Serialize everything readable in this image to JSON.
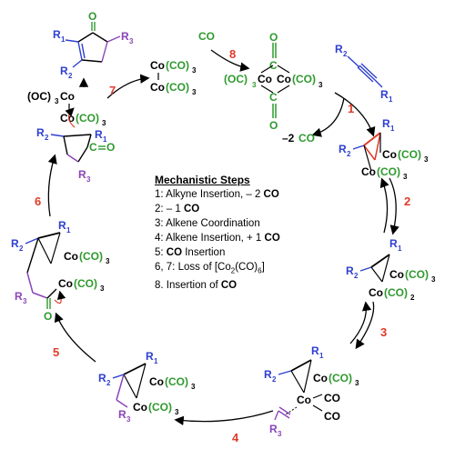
{
  "colors": {
    "red": "#e03a2a",
    "blue": "#2d3fd0",
    "green": "#2f9a2f",
    "purple": "#8a45b8",
    "black": "#000000"
  },
  "labels": {
    "co": "CO",
    "co_minus2": "–2",
    "r1": "R",
    "r2": "R",
    "r3": "R",
    "sub1": "1",
    "sub2": "2",
    "sub3": "3",
    "o": "O",
    "c": "C",
    "co_atom": "Co",
    "co_ligand": "(CO)",
    "oc_ligand": "(OC)",
    "three": "3",
    "two": "2"
  },
  "step_numbers": [
    "1",
    "2",
    "3",
    "4",
    "5",
    "6",
    "7",
    "8"
  ],
  "legend": {
    "title": "Mechanistic Steps",
    "steps": [
      {
        "prefix": "1: Alkyne Insertion, – 2 ",
        "bold": "CO",
        "suffix": ""
      },
      {
        "prefix": "2: – 1 ",
        "bold": "CO",
        "suffix": ""
      },
      {
        "prefix": "3: Alkene Coordination",
        "bold": "",
        "suffix": ""
      },
      {
        "prefix": "4: Alkene Insertion, + 1 ",
        "bold": "CO",
        "suffix": ""
      },
      {
        "prefix": "5: ",
        "bold": "CO",
        "suffix": " Insertion"
      },
      {
        "prefix": "6, 7: Loss of [Co",
        "bold": "",
        "suffix": "]",
        "formula": true
      },
      {
        "prefix": "8. Insertion of ",
        "bold": "CO",
        "suffix": ""
      }
    ],
    "formula_parts": [
      "2",
      "(CO)",
      "6"
    ]
  }
}
